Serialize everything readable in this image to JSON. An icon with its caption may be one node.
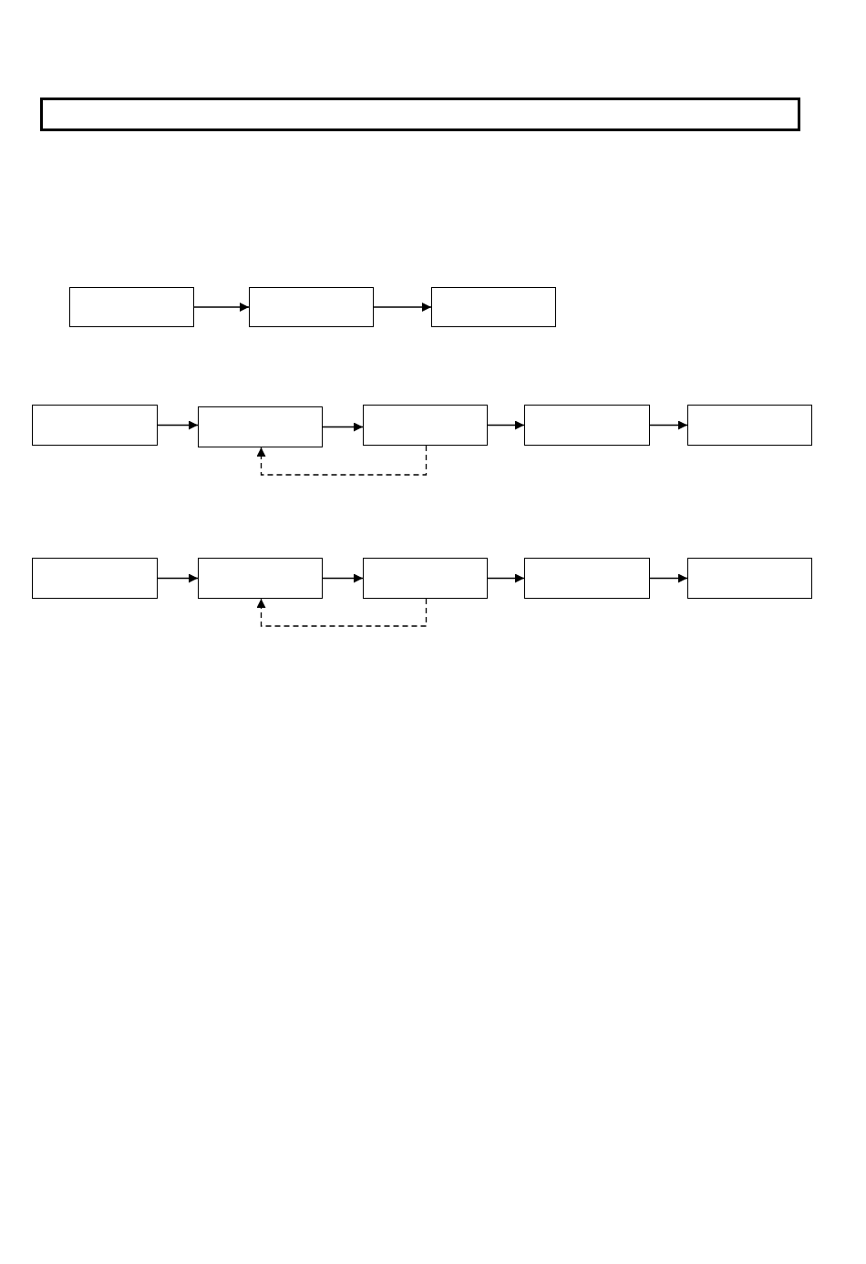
{
  "diagram": {
    "nodes": [
      {
        "text": [],
        "shape": "bar"
      },
      {
        "text": [],
        "shape": "box"
      },
      {
        "text": [],
        "shape": "box"
      },
      {
        "text": [],
        "shape": "box"
      },
      {
        "text": [],
        "shape": "box"
      },
      {
        "text": [],
        "shape": "box"
      },
      {
        "text": [],
        "shape": "box"
      },
      {
        "text": [],
        "shape": "box"
      },
      {
        "text": [],
        "shape": "box"
      },
      {
        "text": [],
        "shape": "box"
      },
      {
        "text": [],
        "shape": "box"
      },
      {
        "text": [],
        "shape": "box"
      },
      {
        "text": [],
        "shape": "box"
      },
      {
        "text": [],
        "shape": "box"
      }
    ],
    "edges": [
      {
        "from": 1,
        "to": 2,
        "arrow": "to"
      },
      {
        "from": 2,
        "to": 3,
        "arrow": "to"
      },
      {
        "from": 4,
        "to": 5,
        "arrow": "to"
      },
      {
        "from": 5,
        "to": 6,
        "arrow": "to"
      },
      {
        "from": 6,
        "to": 7,
        "arrow": "to"
      },
      {
        "from": 7,
        "to": 8,
        "arrow": "to"
      },
      {
        "from": 6,
        "to": 5,
        "arrow": "to",
        "style": "dashed"
      },
      {
        "from": 9,
        "to": 10,
        "arrow": "to"
      },
      {
        "from": 10,
        "to": 11,
        "arrow": "to"
      },
      {
        "from": 11,
        "to": 12,
        "arrow": "to"
      },
      {
        "from": 12,
        "to": 13,
        "arrow": "to"
      },
      {
        "from": 11,
        "to": 10,
        "arrow": "to",
        "style": "dashed"
      }
    ]
  }
}
